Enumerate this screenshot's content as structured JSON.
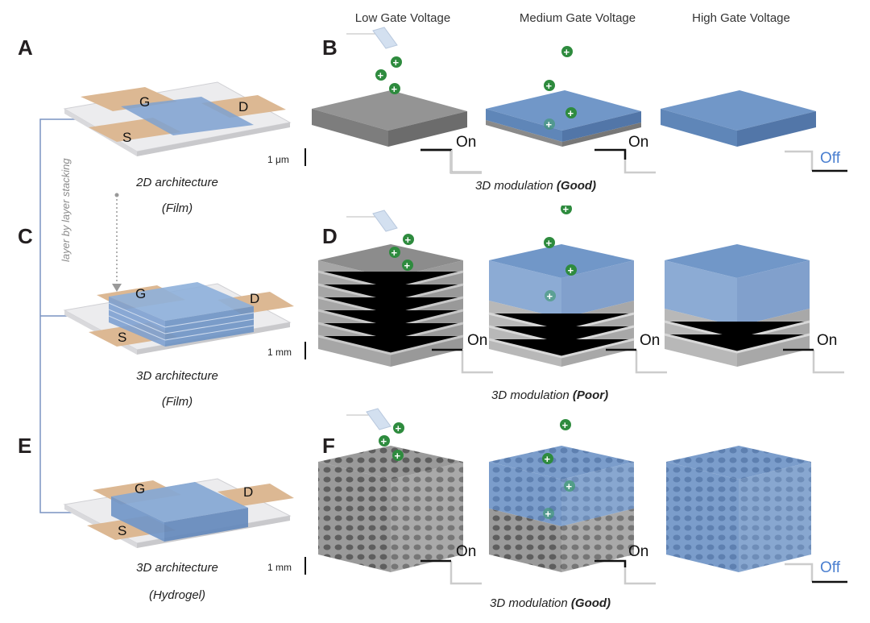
{
  "panels": {
    "A": "A",
    "B": "B",
    "C": "C",
    "D": "D",
    "E": "E",
    "F": "F"
  },
  "columns": {
    "low": "Low Gate Voltage",
    "medium": "Medium Gate Voltage",
    "high": "High Gate Voltage"
  },
  "electrodes": {
    "gate": "G",
    "source": "S",
    "drain": "D"
  },
  "rows": [
    {
      "arch_label": "2D architecture",
      "arch_sub": "(Film)",
      "scale": "1 μm",
      "modulation": "3D modulation",
      "modulation_quality": "(Good)",
      "states": [
        "On",
        "On",
        "Off"
      ]
    },
    {
      "arch_label": "3D architecture",
      "arch_sub": "(Film)",
      "scale": "1 mm",
      "modulation": "3D modulation",
      "modulation_quality": "(Poor)",
      "states": [
        "On",
        "On",
        "On"
      ]
    },
    {
      "arch_label": "3D architecture",
      "arch_sub": "(Hydrogel)",
      "scale": "1 mm",
      "modulation": "3D modulation",
      "modulation_quality": "(Good)",
      "states": [
        "On",
        "On",
        "Off"
      ]
    }
  ],
  "stacking_label": "layer by layer stacking",
  "colors": {
    "channel_blue": "#6e93c4",
    "electrode_tan": "#dcb893",
    "ion_green": "#2e8b3e",
    "film_gray": "#8c8c8c",
    "off_blue": "#4a7fd0"
  },
  "icons": {
    "ion": "plus-ion-icon",
    "gate_probe": "gate-probe-icon"
  }
}
